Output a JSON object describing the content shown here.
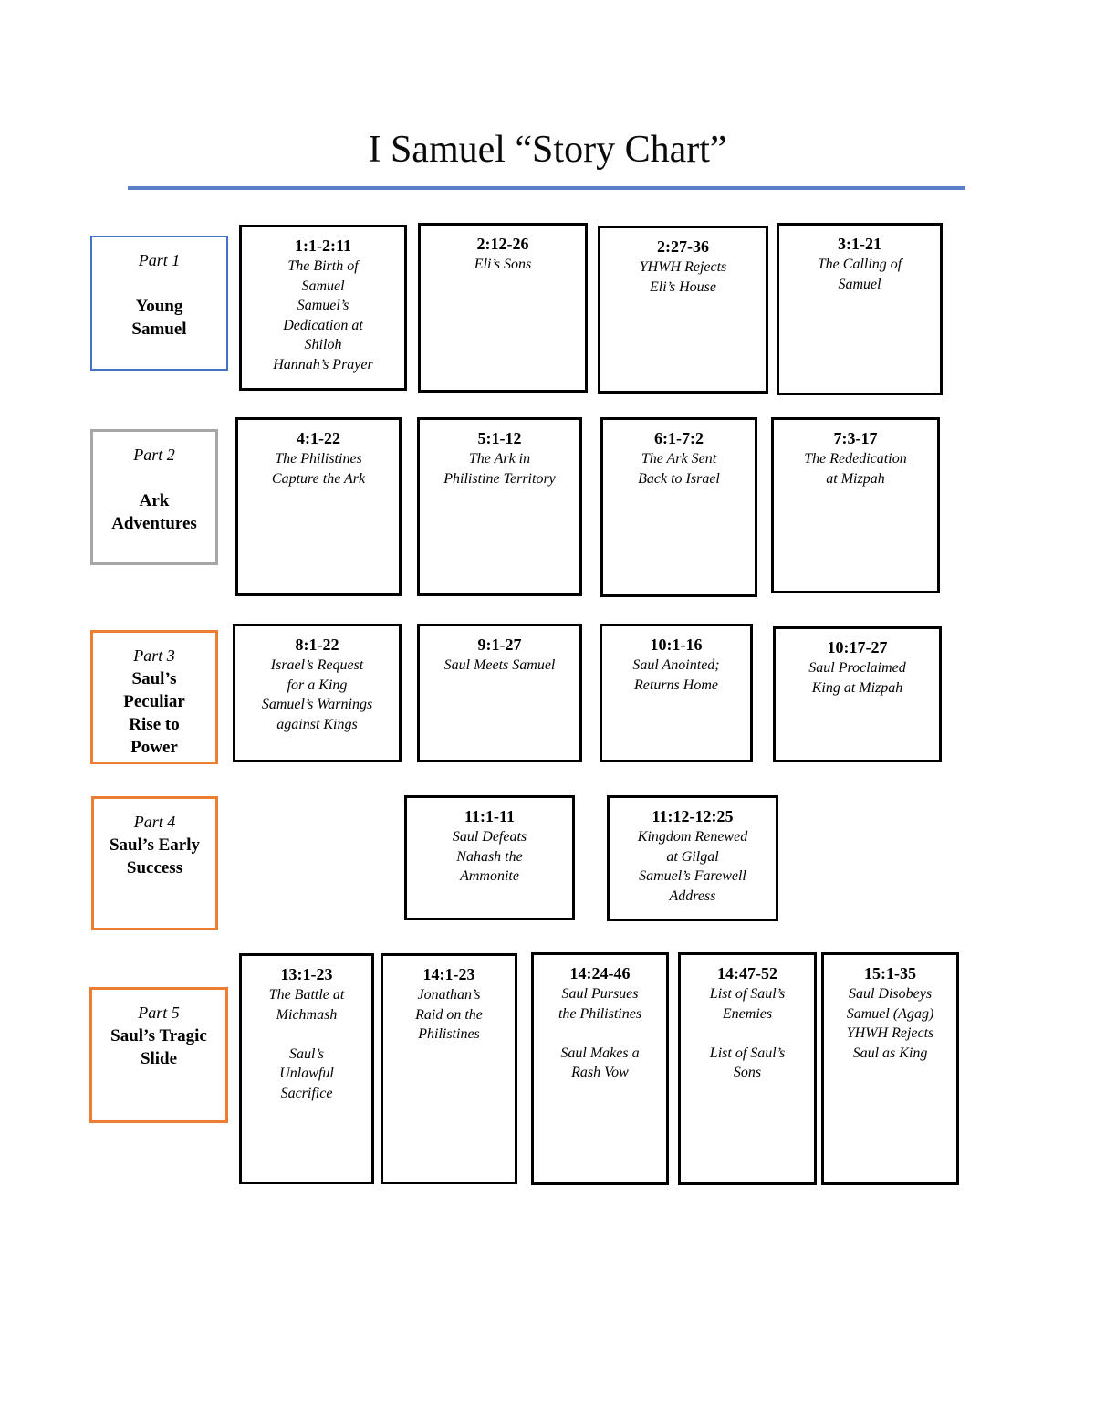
{
  "title": "I Samuel “Story Chart”",
  "colors": {
    "title_underline": "#5B7EC9",
    "part1_border": "#4472C4",
    "part2_border": "#A6A6A6",
    "part3_border": "#ED7D31",
    "part4_border": "#ED7D31",
    "part5_border": "#ED7D31",
    "episode_box_border": "#000000"
  },
  "rows": [
    {
      "part": {
        "label": "Part 1",
        "title": [
          "",
          "Young",
          "Samuel"
        ]
      },
      "boxes": [
        {
          "ref": "1:1-2:11",
          "desc": [
            "The Birth of",
            "Samuel",
            "Samuel’s",
            "Dedication at",
            "Shiloh",
            "Hannah’s Prayer"
          ]
        },
        {
          "ref": "2:12-26",
          "desc": [
            "Eli’s Sons"
          ]
        },
        {
          "ref": "2:27-36",
          "desc": [
            "YHWH Rejects",
            "Eli’s House"
          ]
        },
        {
          "ref": "3:1-21",
          "desc": [
            "The Calling of",
            "Samuel"
          ]
        }
      ]
    },
    {
      "part": {
        "label": "Part 2",
        "title": [
          "",
          "Ark",
          "Adventures"
        ]
      },
      "boxes": [
        {
          "ref": "4:1-22",
          "desc": [
            "The Philistines",
            "Capture the Ark"
          ]
        },
        {
          "ref": "5:1-12",
          "desc": [
            "The Ark in",
            "Philistine Territory"
          ]
        },
        {
          "ref": "6:1-7:2",
          "desc": [
            "The Ark Sent",
            "Back to Israel"
          ]
        },
        {
          "ref": "7:3-17",
          "desc": [
            "The Rededication",
            "at Mizpah"
          ]
        }
      ]
    },
    {
      "part": {
        "label": "Part 3",
        "title": [
          "Saul’s",
          "Peculiar",
          "Rise to",
          "Power"
        ]
      },
      "boxes": [
        {
          "ref": "8:1-22",
          "desc": [
            "Israel’s Request",
            "for a King",
            "Samuel’s Warnings",
            "against Kings"
          ]
        },
        {
          "ref": "9:1-27",
          "desc": [
            "Saul Meets Samuel"
          ]
        },
        {
          "ref": "10:1-16",
          "desc": [
            "Saul Anointed;",
            "Returns Home"
          ]
        },
        {
          "ref": "10:17-27",
          "desc": [
            "Saul Proclaimed",
            "King at Mizpah"
          ]
        }
      ]
    },
    {
      "part": {
        "label": "Part 4",
        "title": [
          "Saul’s Early",
          "Success"
        ]
      },
      "boxes": [
        {
          "ref": "11:1-11",
          "desc": [
            "Saul Defeats",
            "Nahash the",
            "Ammonite"
          ]
        },
        {
          "ref": "11:12-12:25",
          "desc": [
            "Kingdom Renewed",
            "at Gilgal",
            "Samuel’s Farewell",
            "Address"
          ]
        }
      ]
    },
    {
      "part": {
        "label": "Part 5",
        "title": [
          "Saul’s Tragic",
          "Slide"
        ]
      },
      "boxes": [
        {
          "ref": "13:1-23",
          "desc": [
            "The Battle at",
            "Michmash",
            "",
            "Saul’s",
            "Unlawful",
            "Sacrifice"
          ]
        },
        {
          "ref": "14:1-23",
          "desc": [
            "Jonathan’s",
            "Raid on the",
            "Philistines"
          ]
        },
        {
          "ref": "14:24-46",
          "desc": [
            "Saul Pursues",
            "the Philistines",
            "",
            "Saul Makes a",
            "Rash Vow"
          ]
        },
        {
          "ref": "14:47-52",
          "desc": [
            "List of Saul’s",
            "Enemies",
            "",
            "List of Saul’s",
            "Sons"
          ]
        },
        {
          "ref": "15:1-35",
          "desc": [
            "Saul Disobeys",
            "Samuel (Agag)",
            "YHWH Rejects",
            "Saul as King"
          ]
        }
      ]
    }
  ]
}
